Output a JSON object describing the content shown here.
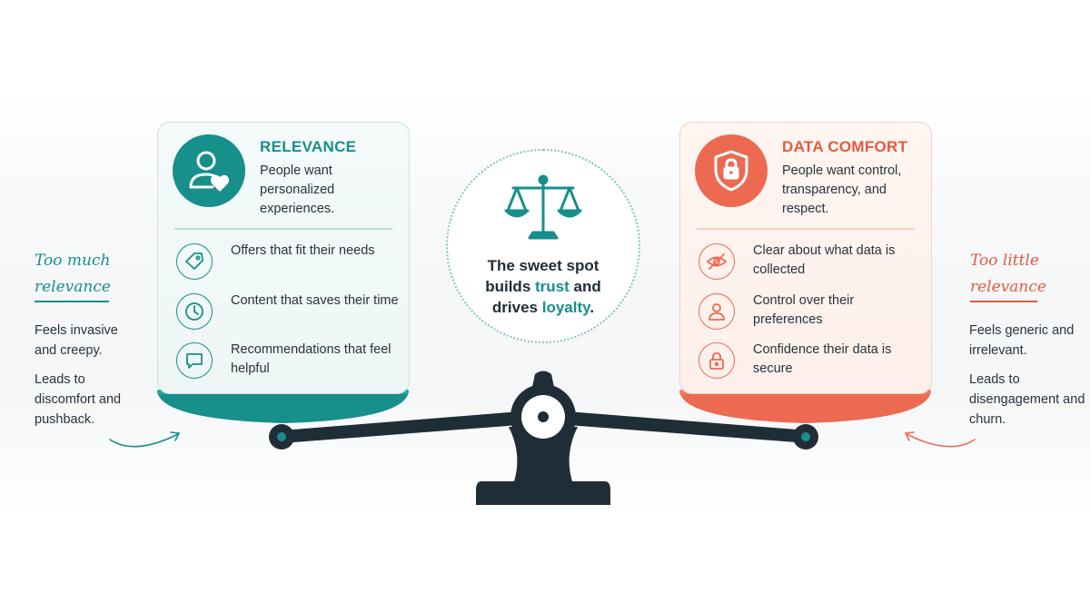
{
  "colors": {
    "relevance": "#178f8b",
    "data_comfort": "#ec6a52",
    "scale": "#1f2d36"
  },
  "relevance": {
    "title": "RELEVANCE",
    "description": "People want personalized experiences.",
    "hero_icon": "person-heart-icon",
    "features": [
      {
        "icon": "tag-icon",
        "text": "Offers that fit their needs"
      },
      {
        "icon": "clock-icon",
        "text": "Content that saves their time"
      },
      {
        "icon": "chat-bubble-icon",
        "text": "Recommendations that feel helpful"
      }
    ]
  },
  "data_comfort": {
    "title": "DATA COMFORT",
    "description": "People want control, transparency, and respect.",
    "hero_icon": "shield-lock-icon",
    "features": [
      {
        "icon": "eye-off-icon",
        "text": "Clear about what data is collected"
      },
      {
        "icon": "person-icon",
        "text": "Control over their preferences"
      },
      {
        "icon": "lock-icon",
        "text": "Confidence their data is secure"
      }
    ]
  },
  "center": {
    "icon": "scales-icon",
    "text_1": "The sweet spot",
    "text_2": "builds",
    "highlight_1": "trust",
    "text_3": "and",
    "text_4": "drives",
    "highlight_2": "loyalty",
    "text_5": "."
  },
  "too_much": {
    "title_1": "Too much",
    "title_2": "relevance",
    "p1": "Feels invasive and creepy.",
    "p2": "Leads to discomfort and pushback."
  },
  "too_little": {
    "title_1": "Too little",
    "title_2": "relevance",
    "p1": "Feels generic and irrelevant.",
    "p2": "Leads to disengagement and churn."
  }
}
